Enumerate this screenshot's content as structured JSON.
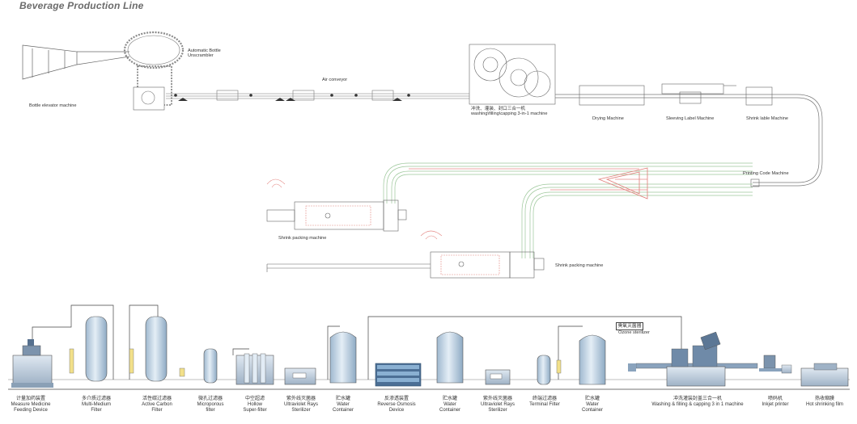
{
  "title": "Beverage Production Line",
  "top_labels": {
    "bottle_elevator": "Bottle elevator machine",
    "unscrambler": "Automatic Bottle\nUnscrambler",
    "air_conveyor": "Air conveyor",
    "filling": "冲洗、灌装、封口三合一机\nwashing\\filling\\capping 3-in-1 machine",
    "drying": "Drying Machine",
    "sleeving": "Sleeving Label Machine",
    "shrink_label": "Shrink lable Machine",
    "printing_code": "Printing Code Machine",
    "shrink_packing_1": "Shrink packing machine",
    "shrink_packing_2": "Shrink packing machine"
  },
  "bottom_labels": [
    {
      "cn": "计量加药装置",
      "en": "Measure Medicine\nFeeding Device"
    },
    {
      "cn": "多介质过滤器",
      "en": "Multi-Medium\nFilter"
    },
    {
      "cn": "活性碳过滤器",
      "en": "Active Carbon\nFilter"
    },
    {
      "cn": "微孔过滤器",
      "en": "Microporous\nfilter"
    },
    {
      "cn": "中空超滤",
      "en": "Hollow\nSuper-filter"
    },
    {
      "cn": "紫外线灭菌器",
      "en": "Ultraviolet Rays\nSterilizer"
    },
    {
      "cn": "贮水罐",
      "en": "Water\nContainer"
    },
    {
      "cn": "反渗透装置",
      "en": "Reverse Osmosis\nDevice"
    },
    {
      "cn": "贮水罐",
      "en": "Water\nContainer"
    },
    {
      "cn": "紫外线灭菌器",
      "en": "Ultraviolet Rays\nSterilizer"
    },
    {
      "cn": "终端过滤器",
      "en": "Terminal Filter"
    },
    {
      "cn": "贮水罐",
      "en": "Water\nContainer"
    },
    {
      "cn": "冲洗灌装封盖三合一机",
      "en": "Washing & filling & capping 3 in 1 machine"
    },
    {
      "cn": "喷码机",
      "en": "Inkjet printer"
    },
    {
      "cn": "热收缩膜",
      "en": "Hot shrinking film"
    }
  ],
  "ozone": {
    "cn": "臭氧灭菌器",
    "en": "Ozone sterilizer"
  },
  "colors": {
    "line": "#555555",
    "equipment": "#7a8a9c",
    "tank": "#c9dbe9",
    "conveyor_green": "#9cc79a",
    "conveyor_red": "#e58a86",
    "pipe": "#444444"
  }
}
